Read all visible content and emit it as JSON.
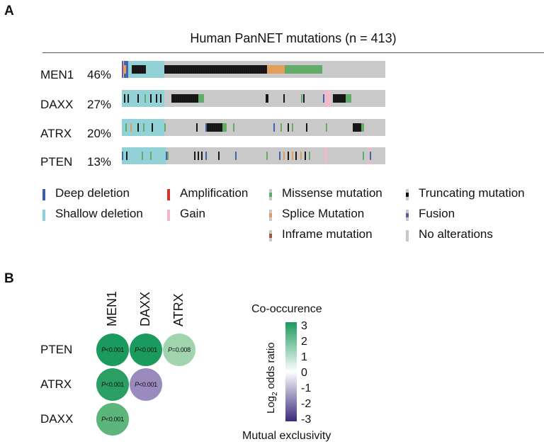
{
  "panel_a": {
    "letter": "A",
    "title": "Human PanNET mutations (n = 413)",
    "rows": [
      {
        "gene": "MEN1",
        "pct": "46%"
      },
      {
        "gene": "DAXX",
        "pct": "27%"
      },
      {
        "gene": "ATRX",
        "pct": "20%"
      },
      {
        "gene": "PTEN",
        "pct": "13%"
      }
    ],
    "legend": [
      {
        "label": "Deep deletion",
        "color": "#3d5fa9"
      },
      {
        "label": "Amplification",
        "color": "#d8322d"
      },
      {
        "label": "Missense mutation",
        "color": "#5fa965"
      },
      {
        "label": "Truncating mutation",
        "color": "#111111"
      },
      {
        "label": "Shallow deletion",
        "color": "#8fd0d6"
      },
      {
        "label": "Gain",
        "color": "#f1b8c9"
      },
      {
        "label": "Splice Mutation",
        "color": "#e39b5a"
      },
      {
        "label": "Fusion",
        "color": "#7451a2"
      },
      {
        "label": "Inframe mutation",
        "color": "#9a5b3d"
      },
      {
        "label": "No alterations",
        "color": "#c8c8c8"
      }
    ]
  },
  "panel_b": {
    "letter": "B",
    "columns": [
      "MEN1",
      "DAXX",
      "ATRX"
    ],
    "rows": [
      "PTEN",
      "ATRX",
      "DAXX"
    ],
    "cells": [
      {
        "row": "PTEN",
        "col": "MEN1",
        "p_label": "P",
        "p_value": "<0.001",
        "color": "#1a9a5c"
      },
      {
        "row": "PTEN",
        "col": "DAXX",
        "p_label": "P",
        "p_value": "<0.001",
        "color": "#1a9a5c"
      },
      {
        "row": "PTEN",
        "col": "ATRX",
        "p_label": "P",
        "p_value": "=0.008",
        "color": "#9fd4ac"
      },
      {
        "row": "ATRX",
        "col": "MEN1",
        "p_label": "P",
        "p_value": "<0.001",
        "color": "#2b9e63"
      },
      {
        "row": "ATRX",
        "col": "DAXX",
        "p_label": "P",
        "p_value": "<0.001",
        "color": "#9a8bbf"
      },
      {
        "row": "DAXX",
        "col": "MEN1",
        "p_label": "P",
        "p_value": "<0.001",
        "color": "#5cb67c"
      }
    ],
    "colorbar": {
      "top_caption": "Co-occurence",
      "bottom_caption": "Mutual exclusivity",
      "axis_label_prefix": "Log",
      "axis_label_sub": "2",
      "axis_label_suffix": " odds ratio",
      "ticks": [
        "3",
        "2",
        "1",
        "0",
        "-1",
        "-2",
        "-3"
      ],
      "color_top": "#1a9a5c",
      "color_mid": "#ffffff",
      "color_bottom": "#3b2a7a"
    }
  }
}
